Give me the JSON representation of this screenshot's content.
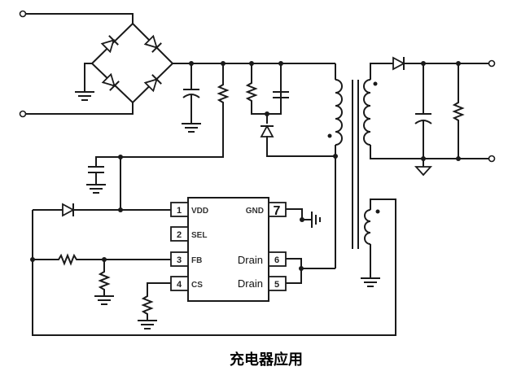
{
  "caption": "充电器应用",
  "ic": {
    "pins": [
      {
        "num": "1",
        "label": "VDD",
        "side": "left"
      },
      {
        "num": "2",
        "label": "SEL",
        "side": "left"
      },
      {
        "num": "3",
        "label": "FB",
        "side": "left"
      },
      {
        "num": "4",
        "label": "CS",
        "side": "left"
      },
      {
        "num": "7",
        "label": "GND",
        "side": "right"
      },
      {
        "num": "6",
        "label": "Drain",
        "side": "right"
      },
      {
        "num": "5",
        "label": "Drain",
        "side": "right"
      }
    ]
  },
  "components": {
    "bridge_rectifier_diodes": 4,
    "output_diode": 1,
    "transformer_windings": [
      "primary",
      "secondary",
      "auxiliary"
    ],
    "icons": [
      "input-terminal-icon",
      "ground-icon",
      "capacitor-icon",
      "resistor-icon",
      "diode-icon",
      "inductor-icon",
      "output-terminal-icon"
    ]
  }
}
